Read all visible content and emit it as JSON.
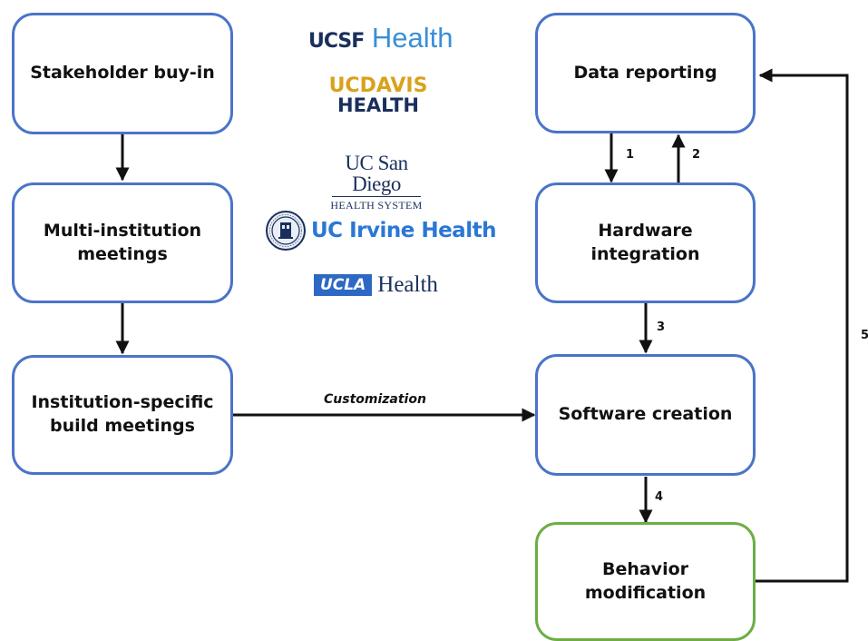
{
  "nodes": {
    "stakeholder": "Stakeholder buy-in",
    "multi_institution": "Multi-institution\nmeetings",
    "institution_specific": "Institution-specific\nbuild meetings",
    "data_reporting": "Data reporting",
    "hardware": "Hardware\nintegration",
    "software": "Software creation",
    "behavior": "Behavior\nmodification"
  },
  "edge_labels": {
    "customization": "Customization",
    "e1": "1",
    "e2": "2",
    "e3": "3",
    "e4": "4",
    "e5": "5"
  },
  "logos": {
    "ucsf_mark": "UCSF",
    "ucsf_word": "Health",
    "ucdavis_line1": "UCDAVIS",
    "ucdavis_line2": "HEALTH",
    "ucsd_line1": "UC San Diego",
    "ucsd_line2": "HEALTH SYSTEM",
    "uci": "UC Irvine Health",
    "ucla_box": "UCLA",
    "ucla_word": "Health"
  },
  "colors": {
    "node_border": "#4a74c9",
    "highlight_border": "#6cae45",
    "arrow": "#111111"
  }
}
